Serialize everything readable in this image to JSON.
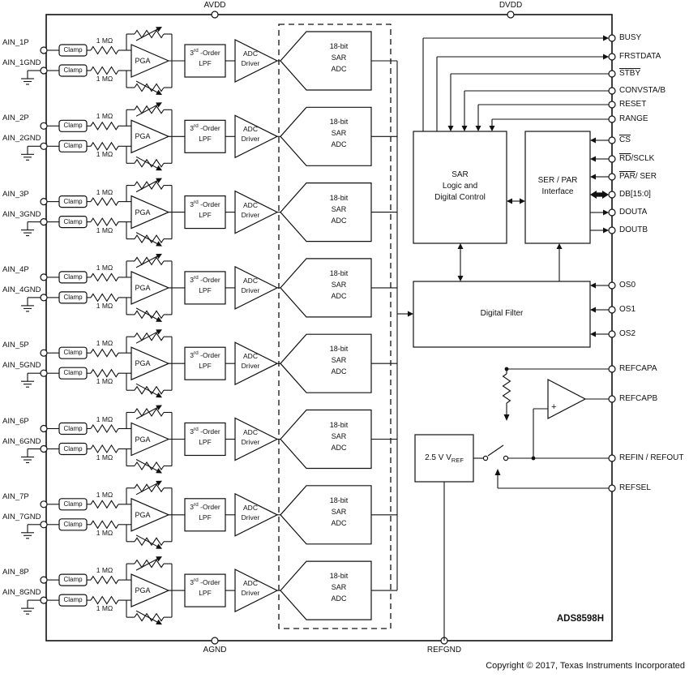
{
  "figure": {
    "part_number": "ADS8598H",
    "copyright": "Copyright © 2017, Texas Instruments Incorporated"
  },
  "top_pins": [
    {
      "label": "AVDD"
    },
    {
      "label": "DVDD"
    }
  ],
  "bottom_pins": [
    {
      "label": "AGND"
    },
    {
      "label": "REFGND"
    }
  ],
  "channels": [
    {
      "p": "AIN_1P",
      "gnd": "AIN_1GND"
    },
    {
      "p": "AIN_2P",
      "gnd": "AIN_2GND"
    },
    {
      "p": "AIN_3P",
      "gnd": "AIN_3GND"
    },
    {
      "p": "AIN_4P",
      "gnd": "AIN_4GND"
    },
    {
      "p": "AIN_5P",
      "gnd": "AIN_5GND"
    },
    {
      "p": "AIN_6P",
      "gnd": "AIN_6GND"
    },
    {
      "p": "AIN_7P",
      "gnd": "AIN_7GND"
    },
    {
      "p": "AIN_8P",
      "gnd": "AIN_8GND"
    }
  ],
  "channel_blocks": {
    "clamp": "Clamp",
    "resistor": "1 MΩ",
    "pga": "PGA",
    "lpf_line1_parts": [
      {
        "t": "3"
      },
      {
        "t": "rd",
        "sup": true
      },
      {
        "t": " -Order"
      }
    ],
    "lpf_line2": "LPF",
    "driver_line1": "ADC",
    "driver_line2": "Driver",
    "adc_lines": [
      "18-bit",
      "SAR",
      "ADC"
    ]
  },
  "blocks": {
    "sar_logic": [
      "SAR",
      "Logic and",
      "Digital Control"
    ],
    "ser_par": [
      "SER / PAR",
      "Interface"
    ],
    "digital_filter": "Digital Filter",
    "vref_parts": [
      {
        "t": "2.5 V V"
      },
      {
        "t": "REF",
        "sub": true
      }
    ],
    "amp_plus": "+"
  },
  "right_pins": [
    {
      "label": "BUSY",
      "parts": [
        {
          "t": "BUSY"
        }
      ]
    },
    {
      "label": "FRSTDATA",
      "parts": [
        {
          "t": "FRSTDATA"
        }
      ]
    },
    {
      "label": "STBY",
      "parts": [
        {
          "t": "STBY",
          "ov": true
        }
      ]
    },
    {
      "label": "CONVSTA/B",
      "parts": [
        {
          "t": "CONVSTA/B"
        }
      ]
    },
    {
      "label": "RESET",
      "parts": [
        {
          "t": "RESET"
        }
      ]
    },
    {
      "label": "RANGE",
      "parts": [
        {
          "t": "RANGE"
        }
      ]
    },
    {
      "label": "CS",
      "parts": [
        {
          "t": "CS",
          "ov": true
        }
      ]
    },
    {
      "label": "RD/SCLK",
      "parts": [
        {
          "t": "RD",
          "ov": true
        },
        {
          "t": "/SCLK"
        }
      ]
    },
    {
      "label": "PAR/SER",
      "parts": [
        {
          "t": "PAR",
          "ov": true
        },
        {
          "t": "/ SER"
        }
      ]
    },
    {
      "label": "DB[15:0]",
      "parts": [
        {
          "t": "DB[15:0]"
        }
      ]
    },
    {
      "label": "DOUTA",
      "parts": [
        {
          "t": "DOUTA"
        }
      ]
    },
    {
      "label": "DOUTB",
      "parts": [
        {
          "t": "DOUTB"
        }
      ]
    },
    {
      "label": "OS0",
      "parts": [
        {
          "t": "OS0"
        }
      ]
    },
    {
      "label": "OS1",
      "parts": [
        {
          "t": "OS1"
        }
      ]
    },
    {
      "label": "OS2",
      "parts": [
        {
          "t": "OS2"
        }
      ]
    },
    {
      "label": "REFCAPA",
      "parts": [
        {
          "t": "REFCAPA"
        }
      ]
    },
    {
      "label": "REFCAPB",
      "parts": [
        {
          "t": "REFCAPB"
        }
      ]
    },
    {
      "label": "REFIN / REFOUT",
      "parts": [
        {
          "t": "REFIN / REFOUT"
        }
      ]
    },
    {
      "label": "REFSEL",
      "parts": [
        {
          "t": "REFSEL"
        }
      ]
    }
  ]
}
